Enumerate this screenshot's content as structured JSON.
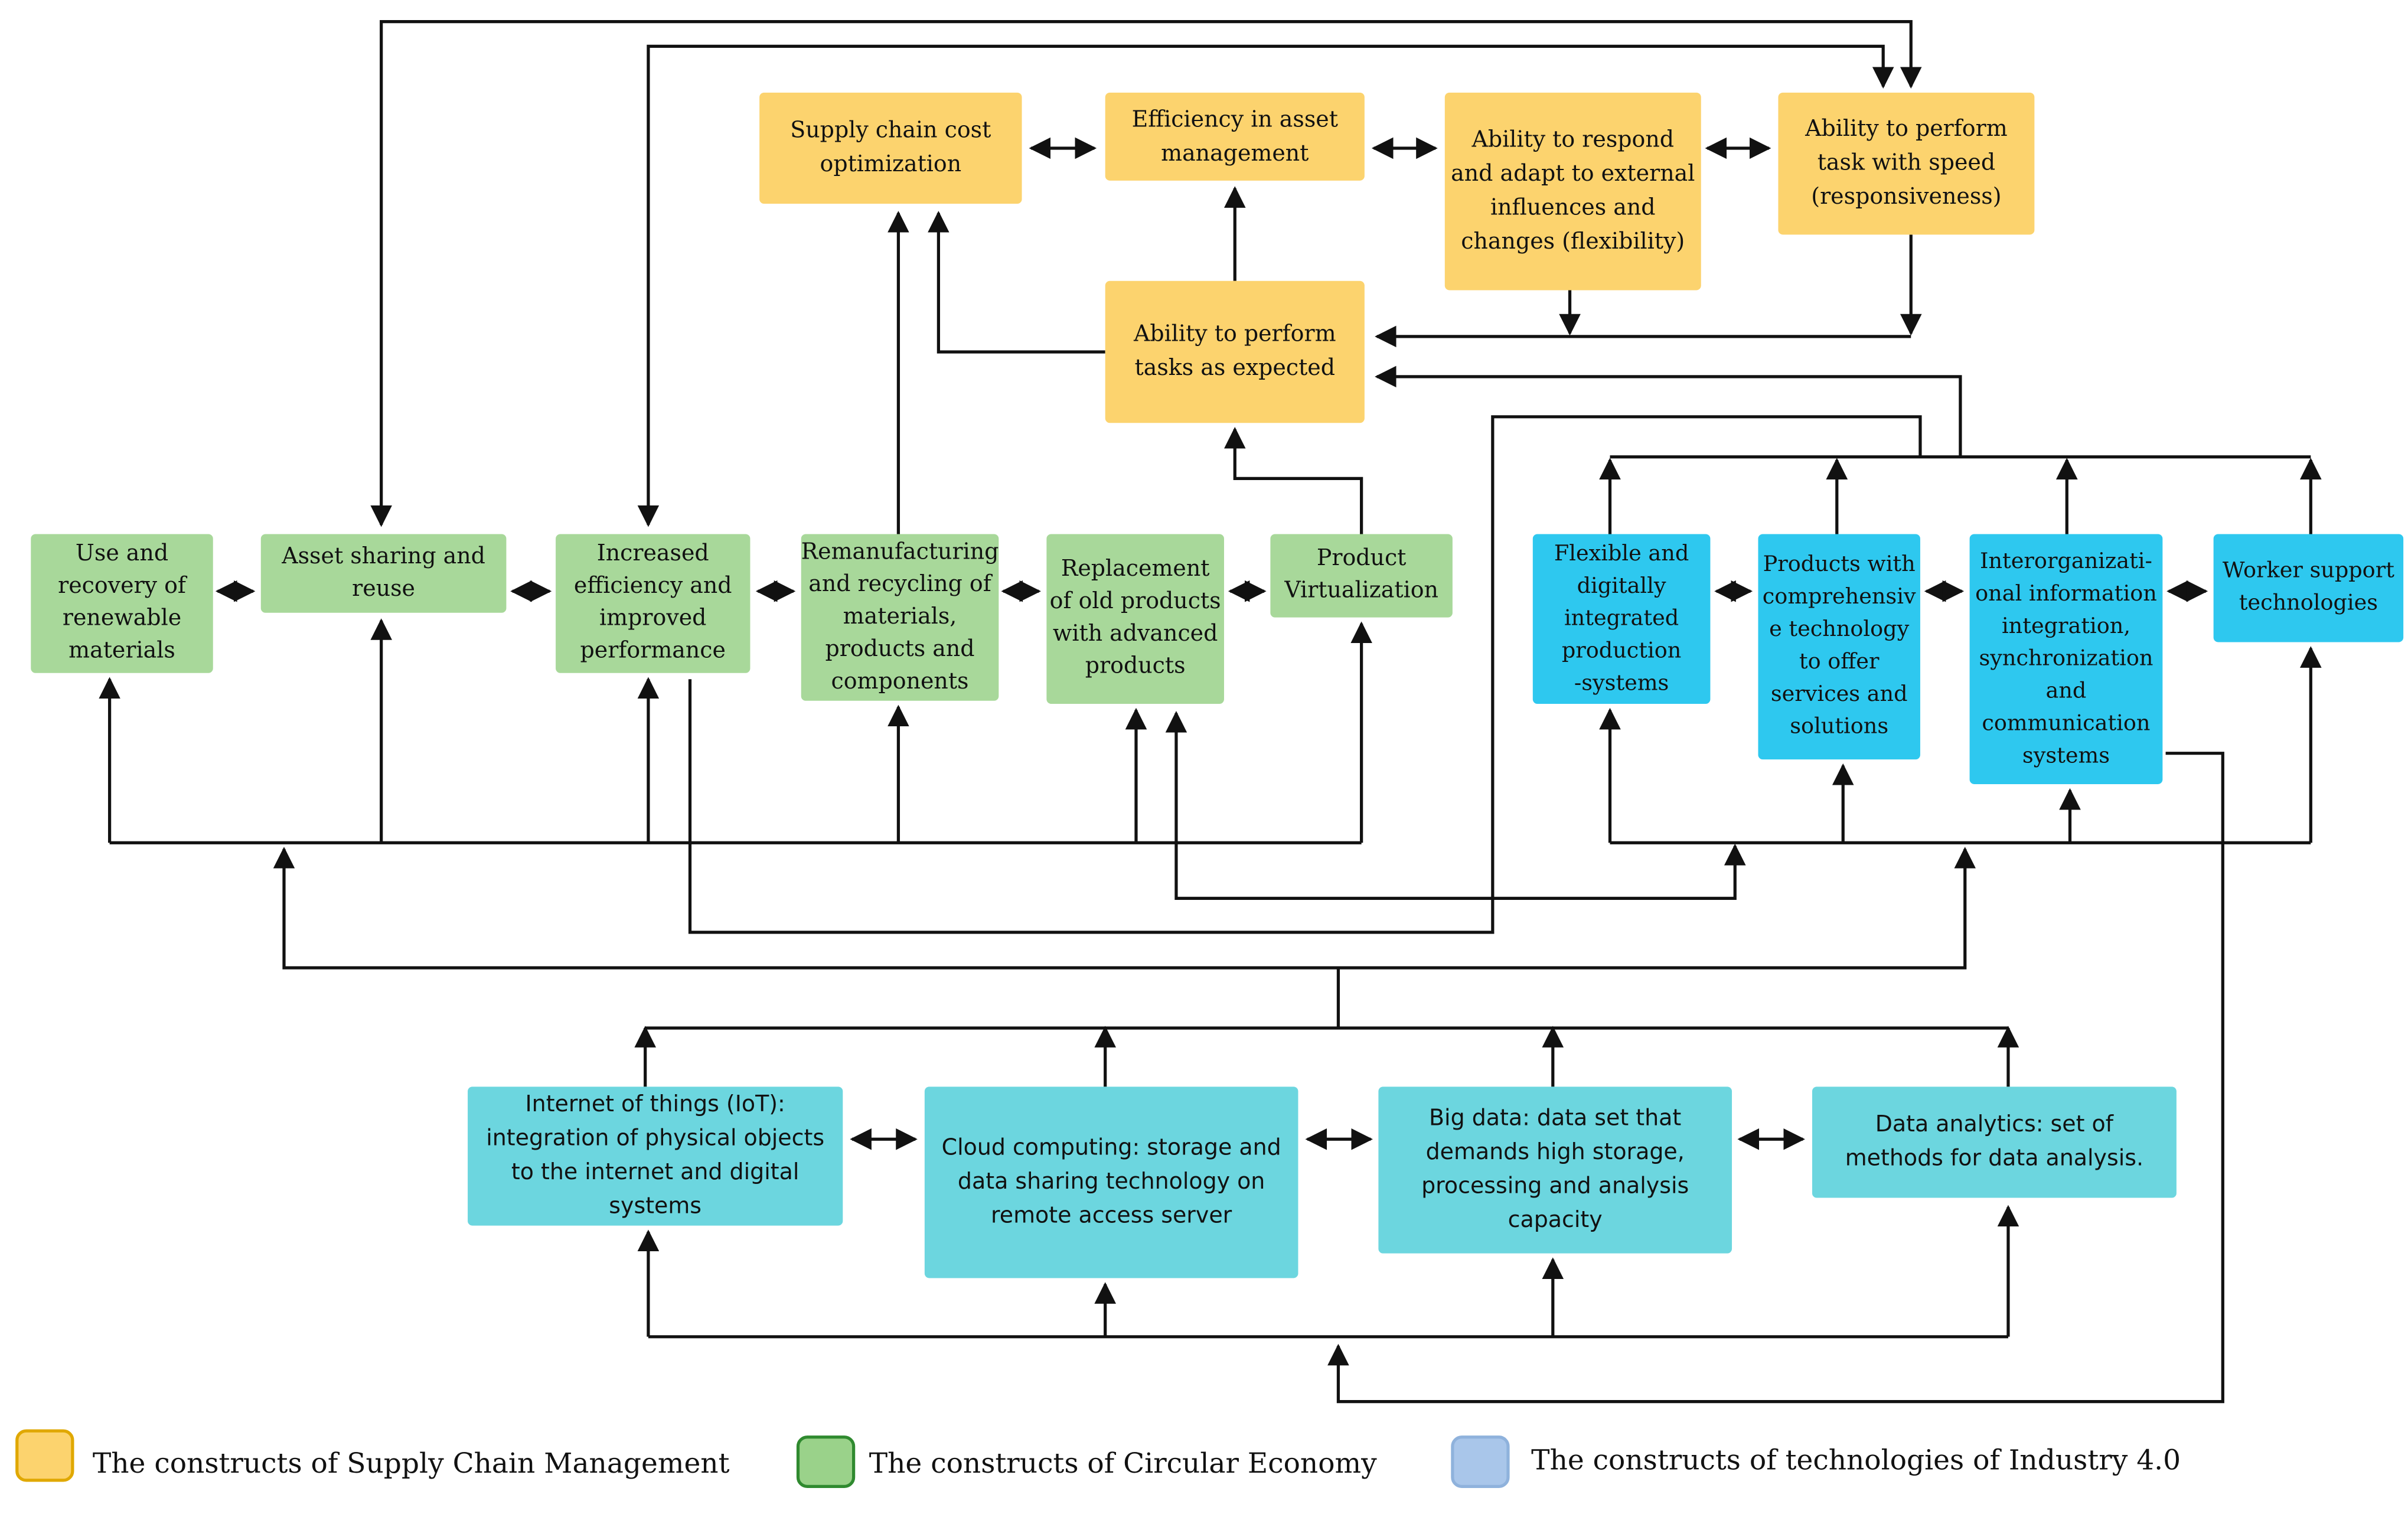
{
  "colors": {
    "supply_chain": "#fcd36e",
    "circular_economy": "#a8d89a",
    "industry_40_systems": "#2ec8ef",
    "industry_40_technologies": "#6cd6df",
    "legend_i40_swatch": "#a9c6ea",
    "line": "#111111"
  },
  "supply_chain": {
    "cost": "Supply chain cost\noptimization",
    "asset": "Efficiency in asset\nmanagement",
    "flexibility": "Ability to respond\nand adapt to external\ninfluences and\nchanges (flexibility)",
    "speed": "Ability to perform\ntask with speed\n(responsiveness)",
    "expected": "Ability to perform\ntasks as expected"
  },
  "circular_economy": {
    "renewable": "Use and\nrecovery of\nrenewable\nmaterials",
    "sharing": "Asset sharing and\nreuse",
    "efficiency": "Increased\nefficiency and\nimproved\nperformance",
    "reman": "Remanufacturing\nand recycling of\nmaterials,\nproducts and\ncomponents",
    "replacement": "Replacement\nof old products\nwith advanced\nproducts",
    "virtualization": "Product\nVirtualization"
  },
  "industry_systems": {
    "flexible": "Flexible and\ndigitally\nintegrated\nproduction\n-systems",
    "products": "Products with\ncomprehensiv\ne technology\nto offer\nservices and\nsolutions",
    "interorg": "Interorganizati-\nonal information\nintegration,\nsynchronization\nand\ncommunication\nsystems",
    "worker": "Worker support\ntechnologies"
  },
  "technologies": {
    "iot": "Internet of things (IoT):\nintegration of physical objects\nto the internet and digital\nsystems",
    "cloud": "Cloud computing: storage and\ndata sharing technology on\nremote access server",
    "bigdata": "Big data: data set that\ndemands high storage,\nprocessing and analysis\ncapacity",
    "analytics": "Data analytics: set of\nmethods for data analysis."
  },
  "legend": {
    "scm": "The constructs of Supply Chain Management",
    "ce": "The constructs of Circular Economy",
    "i40": "The constructs of technologies of Industry 4.0"
  }
}
